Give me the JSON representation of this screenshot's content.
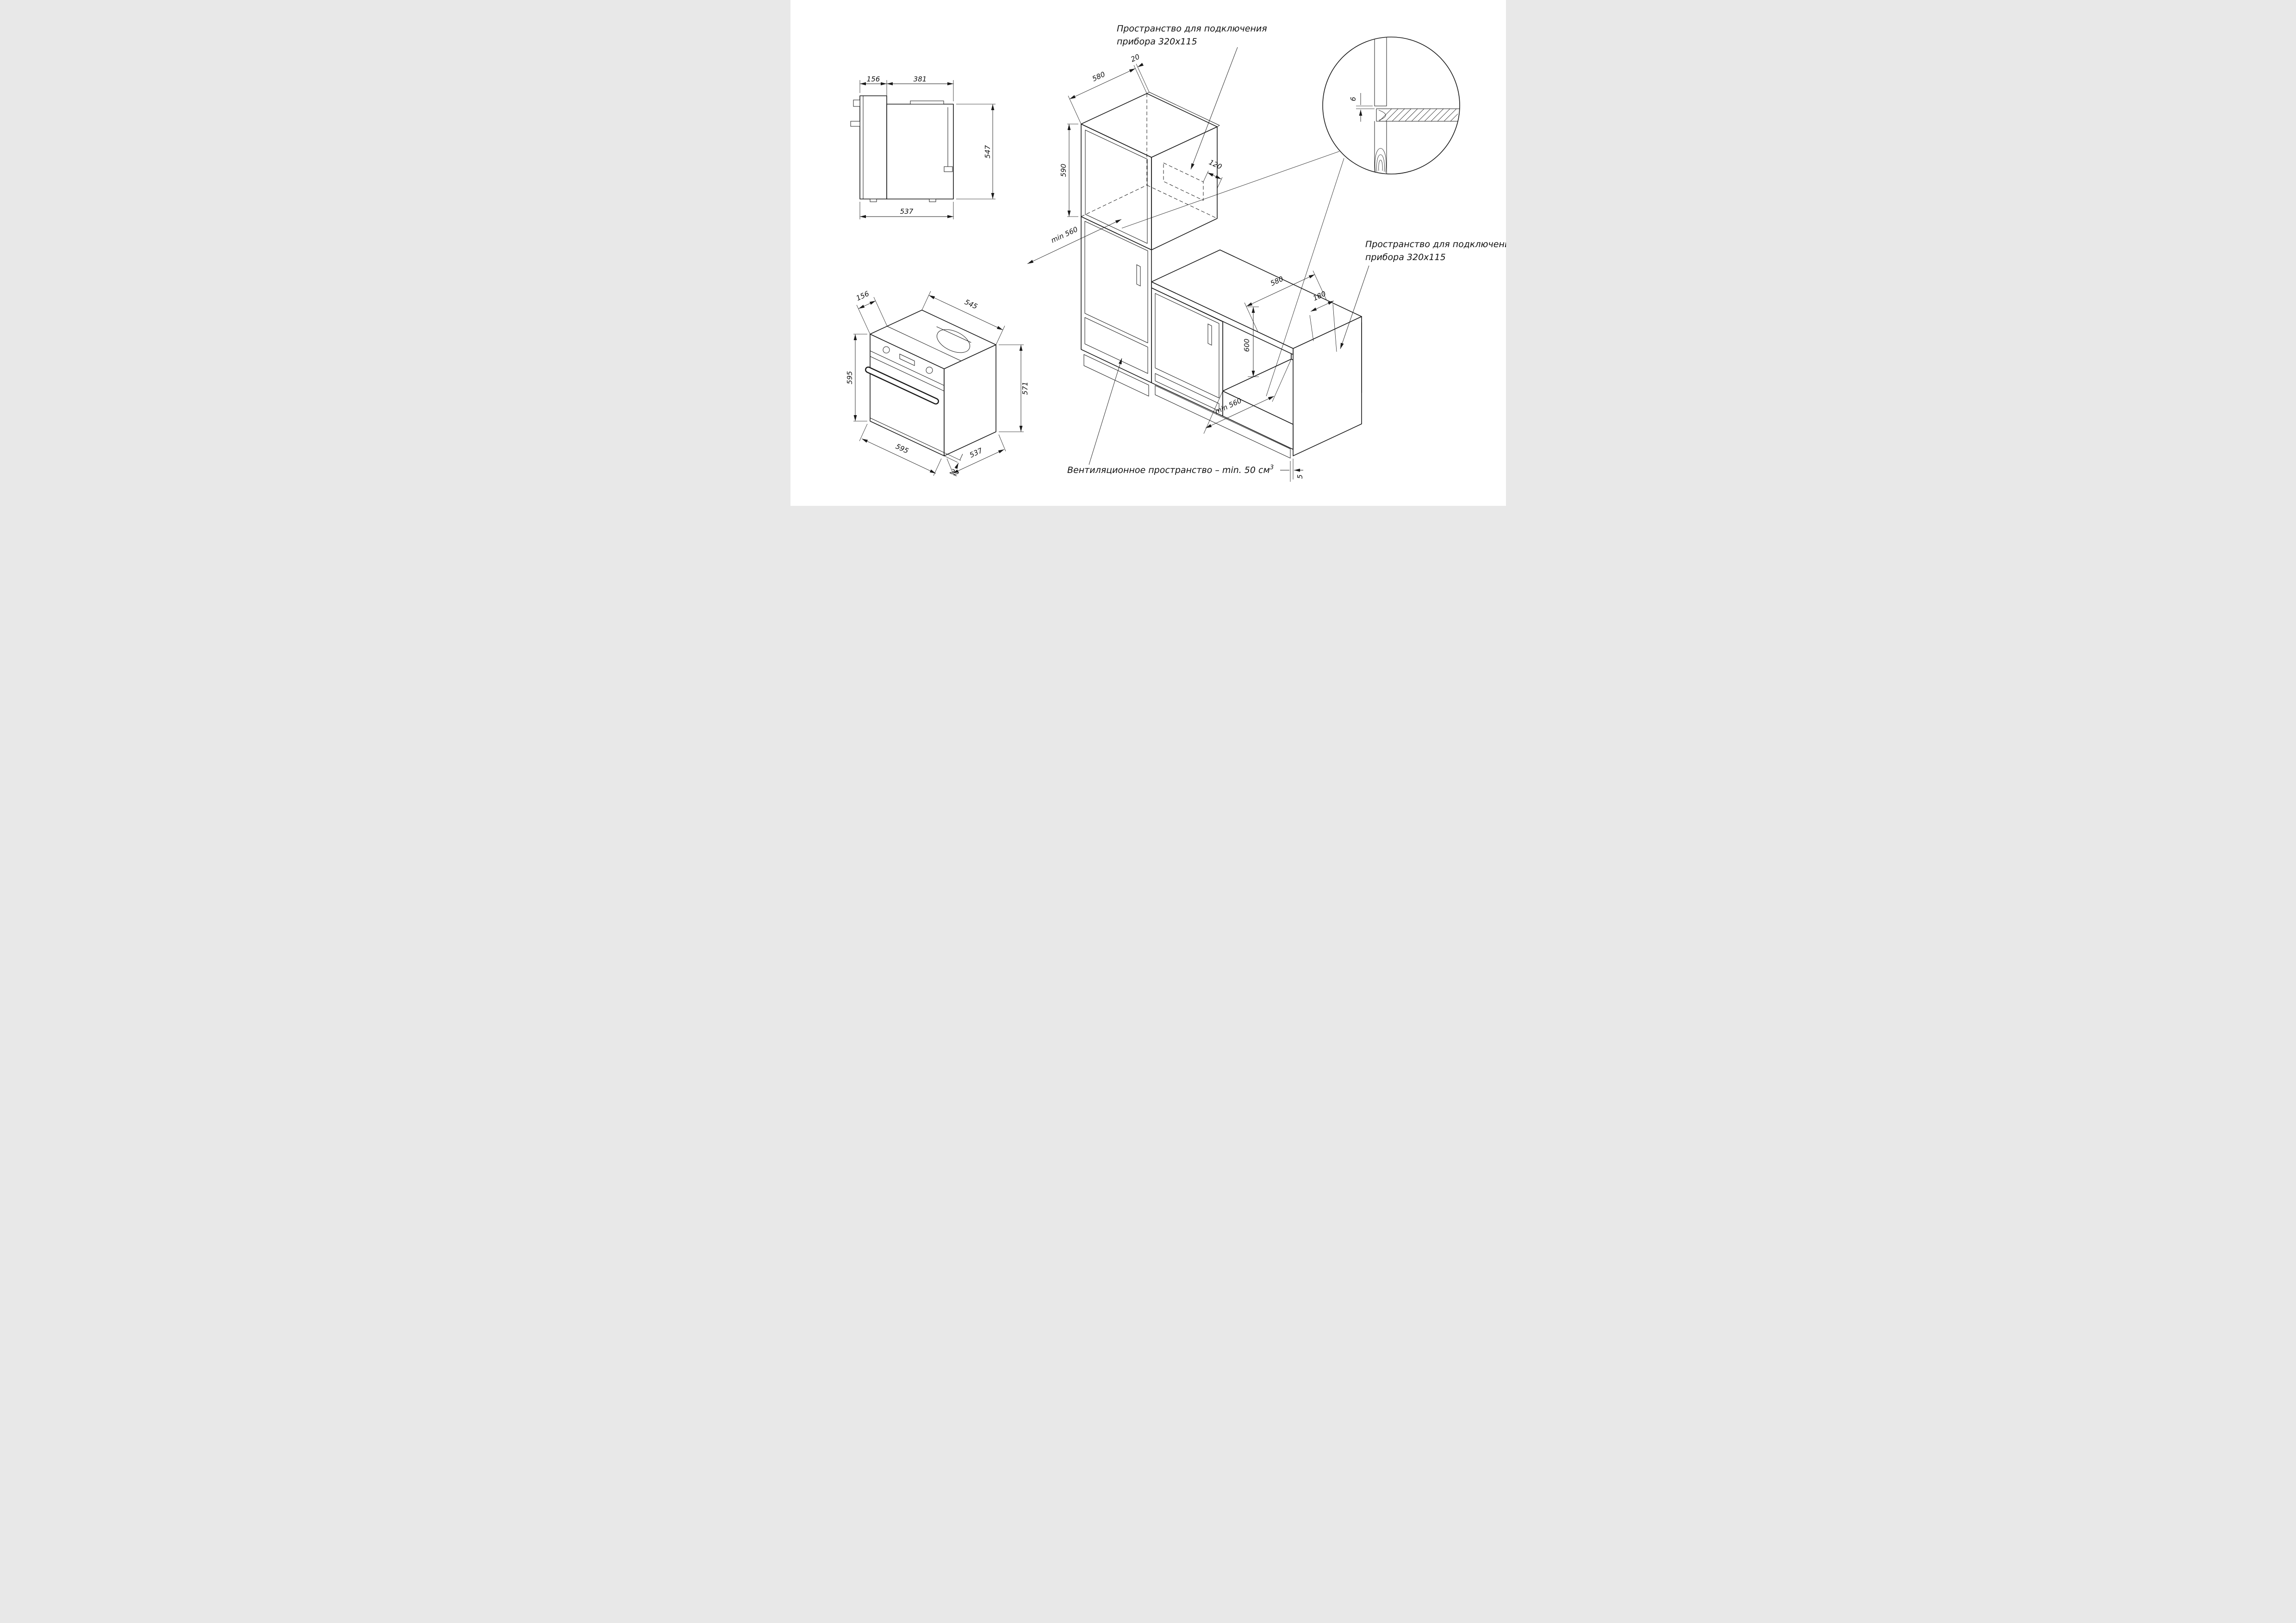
{
  "notes": {
    "connection_top": [
      "Пространство для подключения",
      "прибора 320х115"
    ],
    "connection_right": [
      "Пространство для подключения",
      "прибора 320х115"
    ],
    "ventilation": "Вентиляционное пространство – min. 50 см",
    "ventilation_sup": "3"
  },
  "side_view": {
    "dim_front_depth": "156",
    "dim_body_depth": "381",
    "dim_height": "547",
    "dim_total_depth": "537"
  },
  "oven_view": {
    "dim_front_frame": "156",
    "dim_top_width": "545",
    "dim_front_height": "595",
    "dim_body_height": "571",
    "dim_width": "595",
    "dim_depth": "537",
    "dim_door_gap": "22"
  },
  "column_unit": {
    "dim_depth": "580",
    "dim_ledge": "20",
    "dim_niche_height": "590",
    "dim_conn_offset": "120",
    "dim_niche_depth": "min 560"
  },
  "counter_unit": {
    "dim_depth": "580",
    "dim_conn_offset": "180",
    "dim_niche_height": "600",
    "dim_niche_depth": "min 560",
    "dim_plinth_gap": "5"
  },
  "detail_view": {
    "dim_gap": "6"
  }
}
